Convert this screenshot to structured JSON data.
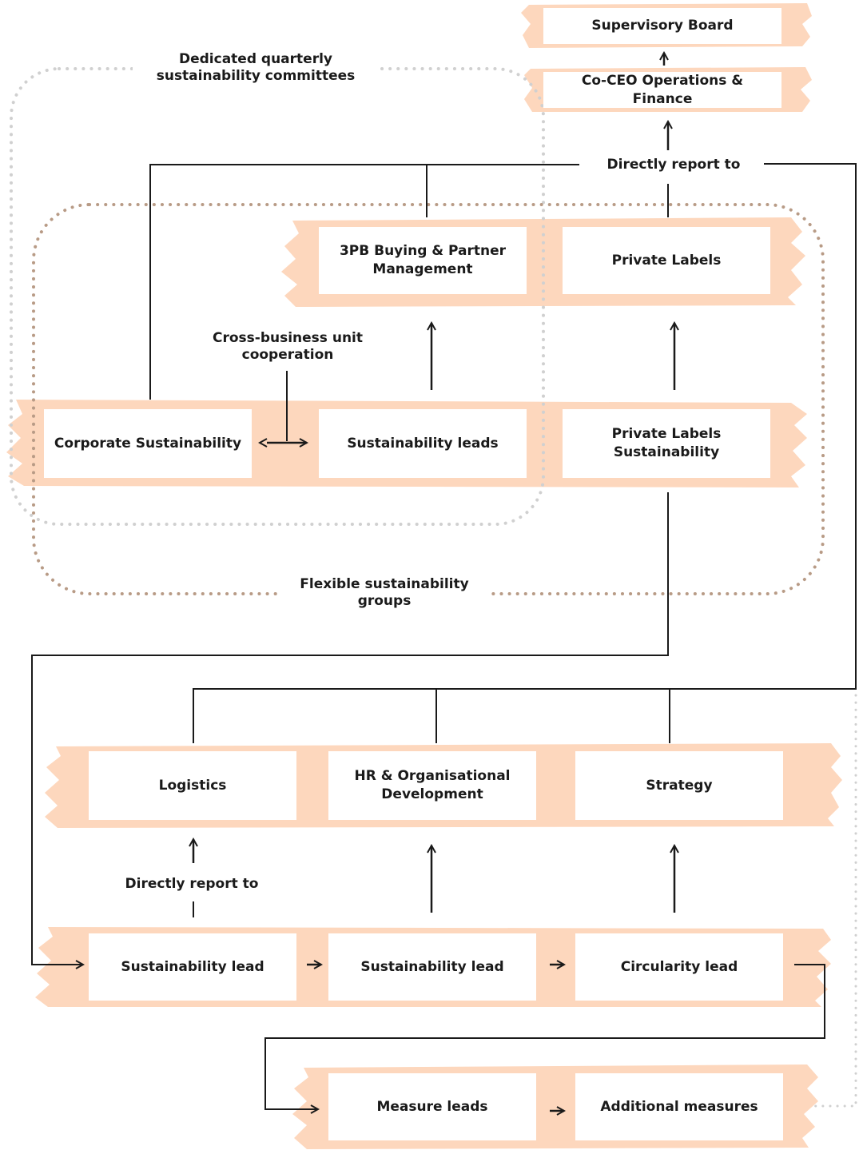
{
  "boxes": {
    "supervisory_board": "Supervisory Board",
    "co_ceo": "Co-CEO Operations & Finance",
    "buying_partner_mgmt": "3PB Buying & Partner Management",
    "private_labels": "Private Labels",
    "corporate_sustainability": "Corporate Sustainability",
    "sustainability_leads": "Sustainability leads",
    "private_labels_sustainability": "Private Labels Sustainability",
    "logistics": "Logistics",
    "hr_org_dev": "HR & Organisational Development",
    "strategy": "Strategy",
    "sustainability_lead_1": "Sustainability lead",
    "sustainability_lead_2": "Sustainability lead",
    "circularity_lead": "Circularity lead",
    "measure_leads": "Measure leads",
    "additional_measures": "Additional measures"
  },
  "labels": {
    "quarterly_committees": "Dedicated quarterly sustainability committees",
    "directly_report_top": "Directly report to",
    "cross_bu": "Cross-business unit cooperation",
    "flexible_groups": "Flexible sustainability groups",
    "directly_report_bottom": "Directly report to"
  },
  "colors": {
    "brush": "#fdd7bd",
    "line": "#1a1a1a",
    "committee_dots": "#d0d0d0",
    "group_dots": "#b89b86"
  }
}
